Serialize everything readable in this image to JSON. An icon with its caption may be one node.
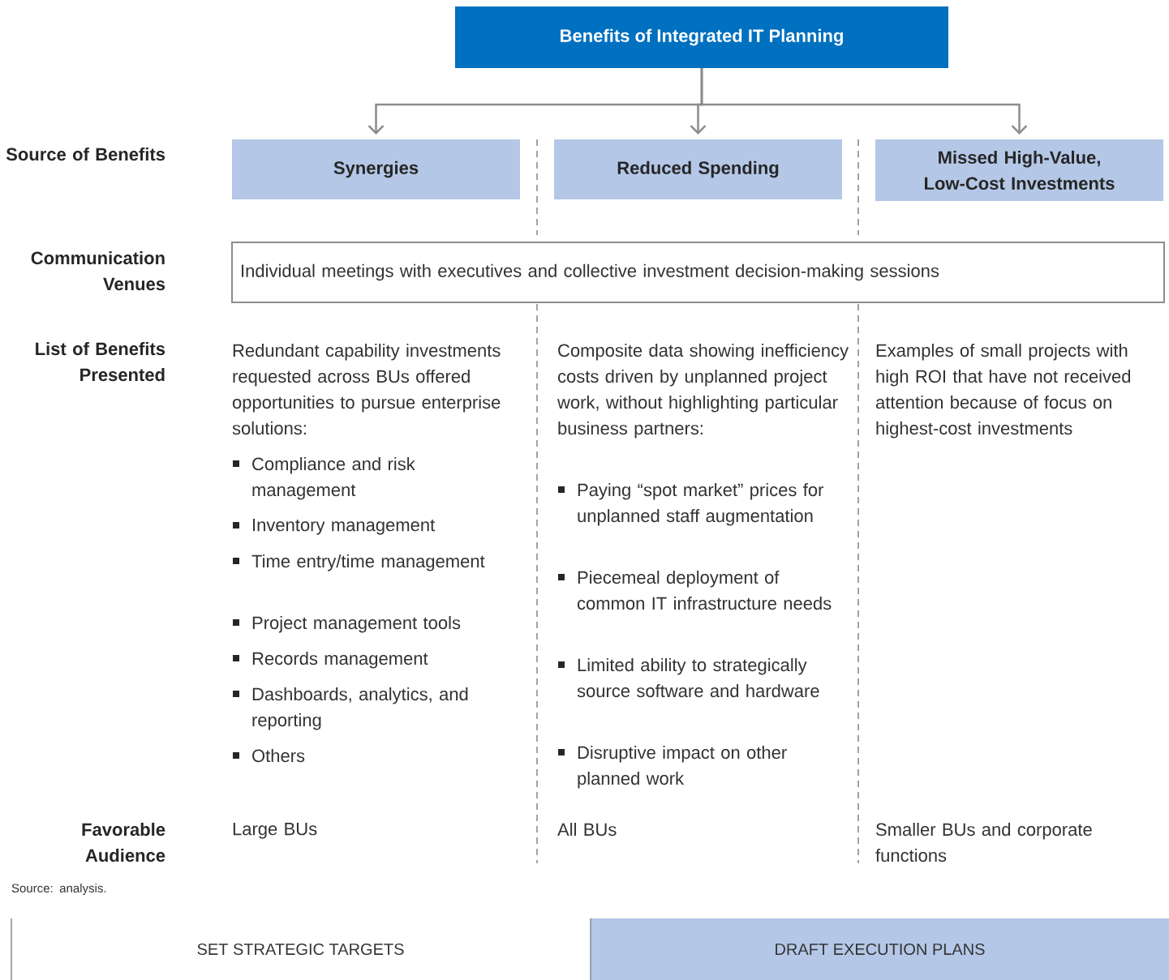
{
  "diagram": {
    "nodes": [
      {
        "text": [
          "Benefits of Integrated IT Planning"
        ]
      },
      {
        "text": [
          "Synergies"
        ]
      },
      {
        "text": [
          "Reduced Spending"
        ]
      },
      {
        "text": [
          "Missed High-Value, Low-Cost Investments"
        ]
      },
      {
        "text": [
          "Individual meetings with executives and collective investment decision-making sessions"
        ]
      },
      {
        "text": [
          "SET STRATEGIC TARGETS"
        ]
      },
      {
        "text": [
          "DRAFT EXECUTION PLANS"
        ]
      }
    ],
    "edges": [
      {
        "from": 0,
        "to": 1,
        "arrow": "to"
      },
      {
        "from": 0,
        "to": 2,
        "arrow": "to"
      },
      {
        "from": 0,
        "to": 3,
        "arrow": "to"
      }
    ],
    "labels": [
      "Source of Benefits",
      "Communication Venues",
      "List of Benefits Presented",
      "Redundant capability investments requested across BUs offered opportunities to pursue enterprise solutions:",
      "Compliance and risk management",
      "Inventory management",
      "Time entry/time management",
      "Project management tools",
      "Records management",
      "Dashboards, analytics, and reporting",
      "Others",
      "Composite data showing inefficiency costs driven by unplanned project work, without highlighting particular business partners:",
      "Paying “spot market” prices for unplanned staff augmentation",
      "Piecemeal deployment of common IT infrastructure needs",
      "Limited ability to strategically source software and hardware",
      "Disruptive impact on other planned work",
      "Examples of small projects with high ROI that have not received attention because of focus on highest-cost investments",
      "Favorable Audience",
      "Large BUs",
      "All BUs",
      "Smaller BUs and corporate functions",
      "Source: analysis."
    ]
  }
}
